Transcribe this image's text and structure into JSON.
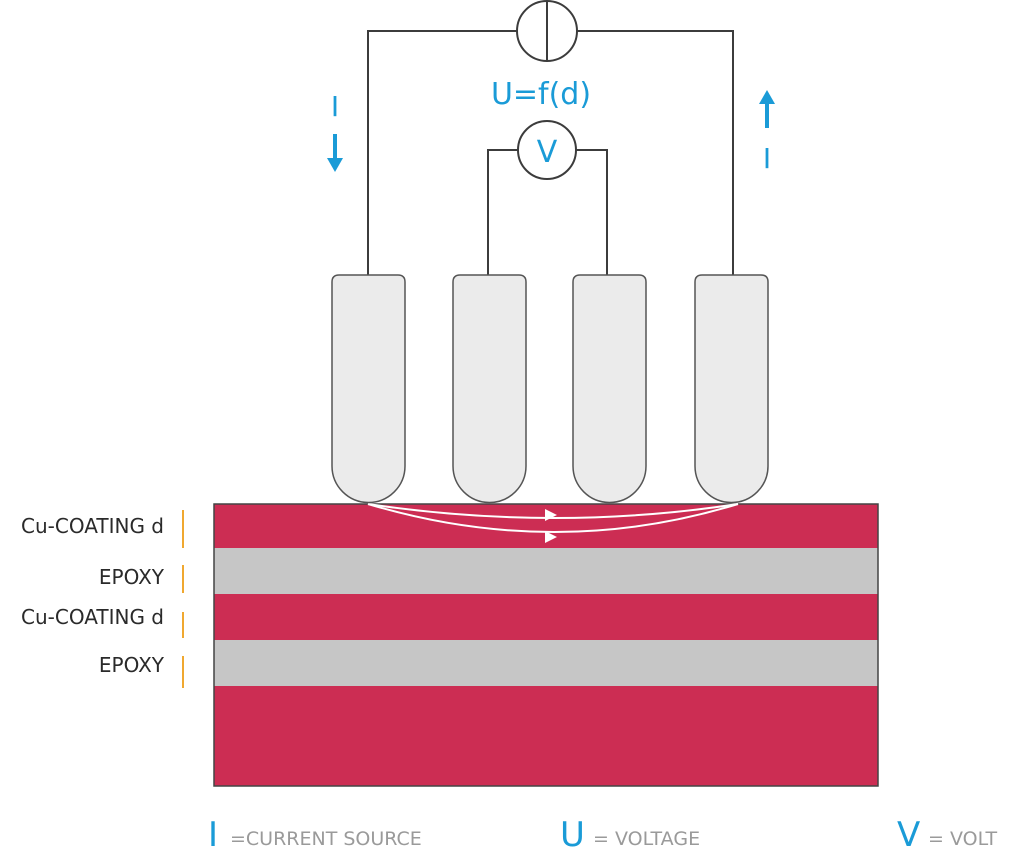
{
  "formula": "U=f(d)",
  "current_symbol_left": "I",
  "current_symbol_right": "I",
  "voltmeter_symbol": "V",
  "layers": [
    {
      "label": "Cu-COATING d",
      "material": "copper"
    },
    {
      "label": "EPOXY",
      "material": "epoxy"
    },
    {
      "label": "Cu-COATING d",
      "material": "copper"
    },
    {
      "label": "EPOXY",
      "material": "epoxy"
    }
  ],
  "legend": [
    {
      "symbol": "I",
      "text": "=CURRENT SOURCE"
    },
    {
      "symbol": "U",
      "text": "= VOLTAGE"
    },
    {
      "symbol": "V",
      "text": "= VOLT"
    }
  ],
  "colors": {
    "accent": "#1a9bd7",
    "copper": "#cc2d53",
    "epoxy": "#c6c6c6",
    "probe": "#ebebeb",
    "wire": "#3c3c3c",
    "label": "#2a2a2a",
    "legend_text": "#9a9a9a",
    "tick": "#f0a830"
  }
}
